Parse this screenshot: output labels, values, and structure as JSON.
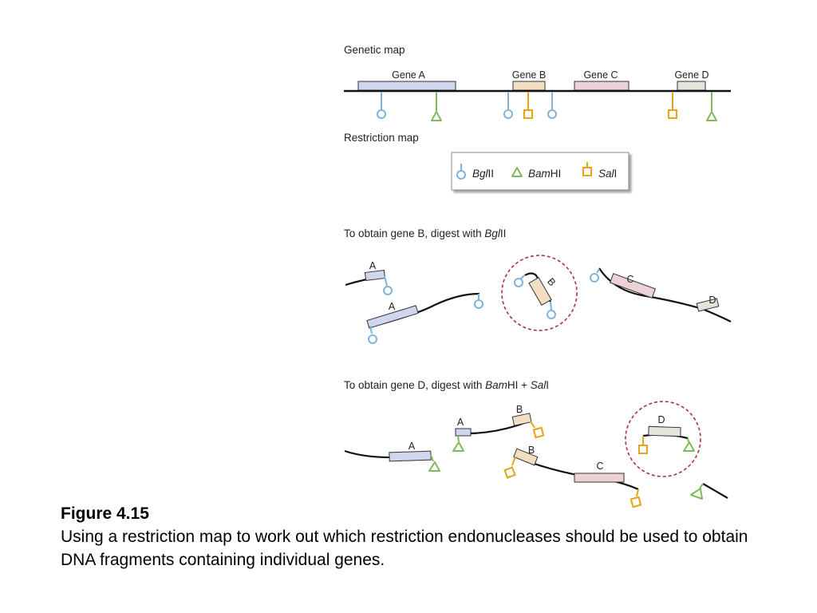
{
  "headings": {
    "genetic_map": "Genetic map",
    "restriction_map": "Restriction map"
  },
  "genes": {
    "a": "Gene A",
    "b": "Gene B",
    "c": "Gene C",
    "d": "Gene D"
  },
  "legend": {
    "bglii": {
      "italic": "Bgl",
      "roman": "II"
    },
    "bamhi": {
      "italic": "Bam",
      "roman": "HI"
    },
    "sali": {
      "italic": "Sal",
      "roman": "I"
    }
  },
  "panel_b": {
    "text": "To obtain gene B, digest with ",
    "enzyme_italic": "Bgl",
    "enzyme_roman": "II"
  },
  "panel_d": {
    "text": "To obtain gene D, digest with ",
    "enzyme1_italic": "Bam",
    "enzyme1_roman": "HI + ",
    "enzyme2_italic": "Sal",
    "enzyme2_roman": "I"
  },
  "fragment_labels": {
    "a": "A",
    "b": "B",
    "c": "C",
    "d": "D"
  },
  "colors": {
    "bglii": "#7fb3dc",
    "bamhi": "#7dbb5a",
    "sali": "#e8a317",
    "gene_a": "#cfd6ee",
    "gene_b": "#f2dfc3",
    "gene_c": "#ead2d6",
    "gene_d": "#e1e6dc",
    "selection_circle": "#b0303a"
  },
  "caption": {
    "title": "Figure 4.15",
    "text": "Using a restriction map to work out which restriction endonucleases should be used to obtain DNA fragments containing individual genes."
  }
}
